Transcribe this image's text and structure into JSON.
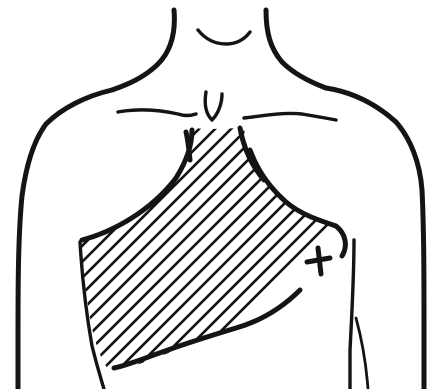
{
  "figure": {
    "subject": "chest-torso-line-drawing",
    "colors": {
      "ink": "#141414",
      "background": "#ffffff"
    },
    "shaded_area_pattern": "diagonal-hatching",
    "marker_symbol": "cross"
  }
}
